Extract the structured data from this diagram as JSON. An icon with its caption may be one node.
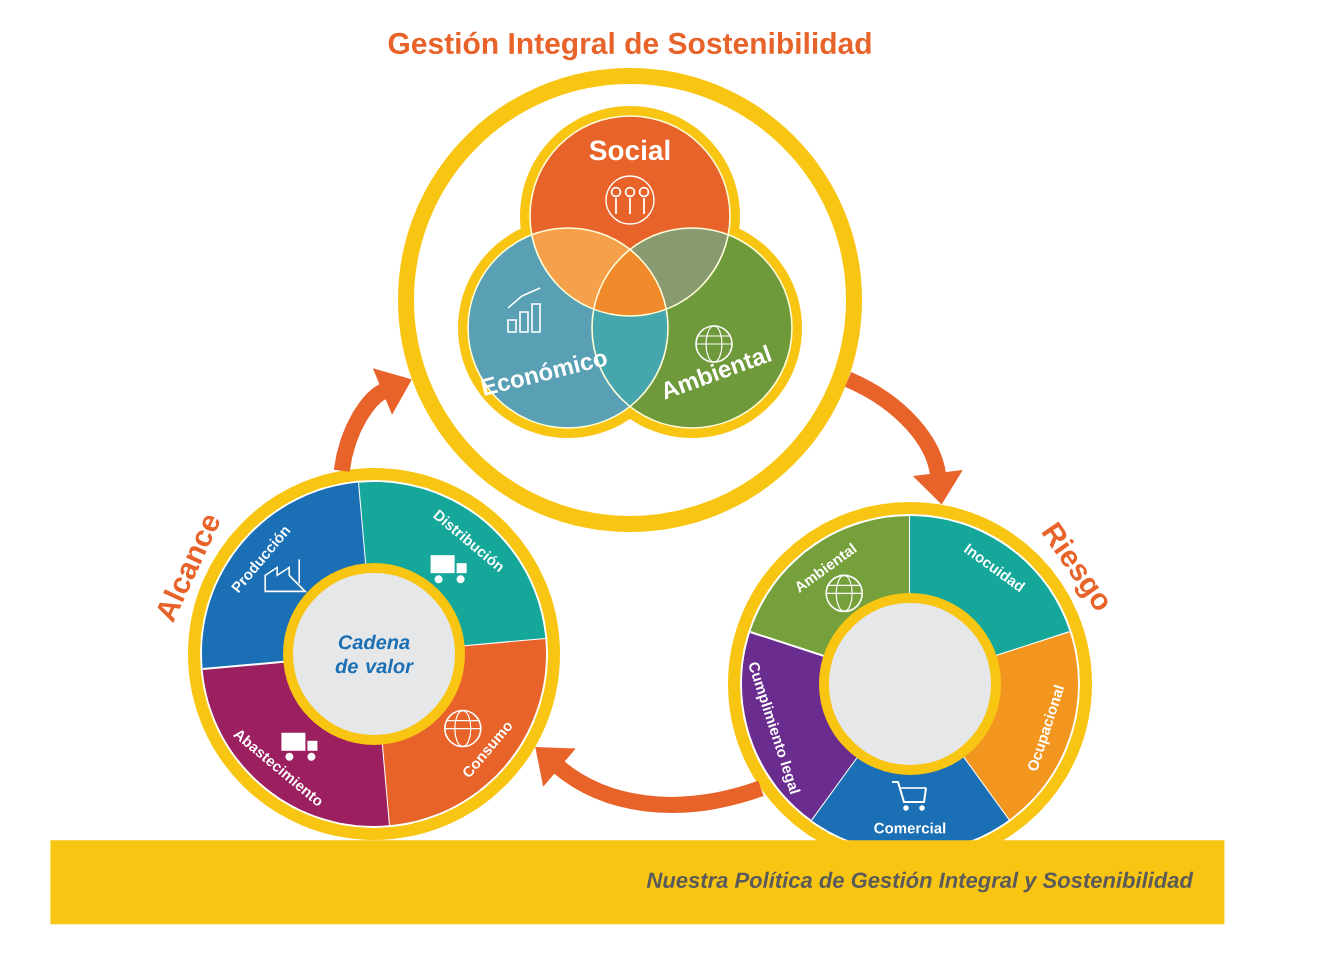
{
  "diagram": {
    "nodes": [
      {
        "text": [
          "Gestión Integral de Sostenibilidad"
        ]
      },
      {
        "text": [
          "Social"
        ],
        "in": 0
      },
      {
        "text": [
          "Económico"
        ],
        "in": 0
      },
      {
        "text": [
          "Ambiental"
        ],
        "in": 0
      },
      {
        "text": [
          "Alcance"
        ]
      },
      {
        "text": [
          "Cadena de valor"
        ],
        "in": 4
      },
      {
        "text": [
          "Producción"
        ],
        "in": 4
      },
      {
        "text": [
          "Distribución"
        ],
        "in": 4
      },
      {
        "text": [
          "Consumo"
        ],
        "in": 4
      },
      {
        "text": [
          "Abastecimiento"
        ],
        "in": 4
      },
      {
        "text": [
          "Riesgo"
        ]
      },
      {
        "text": [],
        "shape": "circle",
        "in": 10
      },
      {
        "text": [
          "Ambiental"
        ],
        "in": 10
      },
      {
        "text": [
          "Inocuidad"
        ],
        "in": 10
      },
      {
        "text": [
          "Ocupacional"
        ],
        "in": 10
      },
      {
        "text": [
          "Comercial"
        ],
        "in": 10
      },
      {
        "text": [
          "Cumplimiento legal"
        ],
        "in": 10
      },
      {
        "text": [
          "Nuestra Política de Gestión Integral y Sostenibilidad"
        ]
      }
    ],
    "edges": [
      {
        "from": 4,
        "to": 0,
        "arrow": "to"
      },
      {
        "from": 0,
        "to": 10,
        "arrow": "to"
      },
      {
        "from": 10,
        "to": 4,
        "arrow": "to"
      }
    ]
  }
}
